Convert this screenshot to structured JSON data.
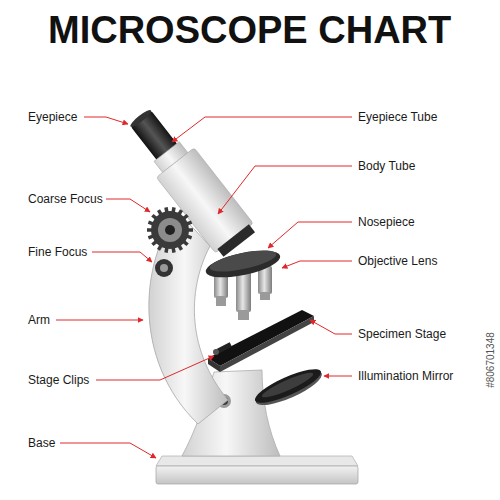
{
  "diagram": {
    "title": "MICROSCOPE CHART",
    "labels": [
      "Eyepiece",
      "Eyepiece Tube",
      "Body Tube",
      "Coarse Focus",
      "Nosepiece",
      "Fine Focus",
      "Objective Lens",
      "Arm",
      "Specimen Stage",
      "Stage Clips",
      "Illumination Mirror",
      "Base",
      "#806701348"
    ]
  }
}
